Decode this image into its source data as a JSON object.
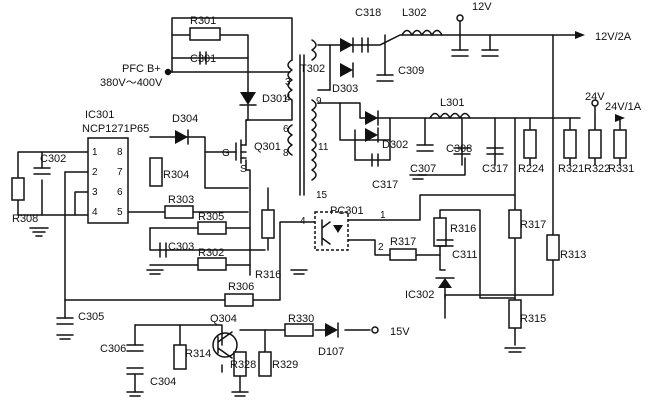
{
  "inputs": {
    "pfc_label": "PFC B+",
    "pfc_voltage": "380V～400V",
    "aux_15v": "15V"
  },
  "outputs": {
    "v12_label": "12V",
    "v12_out": "12V/2A",
    "v24_label": "24V",
    "v24_out": "24V/1A"
  },
  "ic301": {
    "ref": "IC301",
    "part": "NCP1271P65",
    "pins_left": [
      "1",
      "2",
      "3",
      "4"
    ],
    "pins_right": [
      "8",
      "7",
      "6",
      "5"
    ]
  },
  "transformer": {
    "ref": "T302",
    "pins": [
      "3",
      "4",
      "6",
      "8",
      "9",
      "11",
      "15"
    ]
  },
  "optocoupler": {
    "ref": "PC301",
    "pin_left": "4",
    "pin_right_top": "1",
    "pin_right_bottom": "2"
  },
  "components": {
    "r301": "R301",
    "c301": "C301",
    "d301": "D301",
    "d304": "D304",
    "q301": "Q301",
    "r304": "R304",
    "c302": "C302",
    "r308": "R308",
    "r303": "R303",
    "r305": "R305",
    "c303": "C303",
    "r302": "R302",
    "r316a": "R316",
    "r306": "R306",
    "c305": "C305",
    "c318": "C318",
    "l302": "L302",
    "d303": "D303",
    "c309": "C309",
    "l301": "L301",
    "d302": "D302",
    "c307": "C307",
    "c308": "C308",
    "c317": "C317",
    "c317b": "C317",
    "r224": "R224",
    "r321": "R321",
    "r322": "R322",
    "r331": "R331",
    "r316b": "R316",
    "r317a": "R317",
    "r317b": "R317",
    "c311": "C311",
    "ic302": "IC302",
    "r313": "R313",
    "r315": "R315",
    "q304": "Q304",
    "c306": "C306",
    "c304": "C304",
    "r314": "R314",
    "r328": "R328",
    "r329": "R329",
    "r330": "R330",
    "d107": "D107",
    "gate": "G",
    "source": "S"
  }
}
